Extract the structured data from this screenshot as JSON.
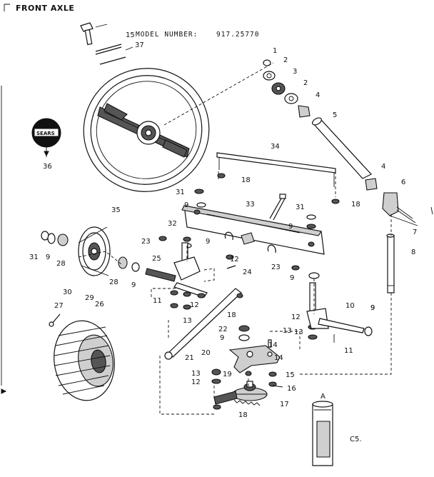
{
  "header": {
    "title": "FRONT AXLE",
    "model_label": "MODEL NUMBER:",
    "model_number": "917.25770"
  },
  "emblem": {
    "text": "SEARS"
  },
  "figure_code": "C5.",
  "callout_a": "A",
  "callouts": [
    "1",
    "2",
    "3",
    "2",
    "4",
    "5",
    "4",
    "6",
    "7",
    "8",
    "9",
    "10",
    "11",
    "12",
    "13",
    "14",
    "15",
    "16",
    "17",
    "18",
    "18",
    "18",
    "18",
    "19",
    "20",
    "21",
    "22",
    "23",
    "23",
    "24",
    "25",
    "26",
    "27",
    "28",
    "28",
    "29",
    "30",
    "31",
    "31",
    "31",
    "32",
    "33",
    "34",
    "35",
    "36",
    "37",
    "9",
    "9",
    "9",
    "9",
    "9",
    "9",
    "9",
    "9",
    "11",
    "12",
    "12",
    "12",
    "13",
    "13",
    "13",
    "14",
    "15"
  ],
  "colors": {
    "ink": "#111111",
    "paper": "#ffffff",
    "shade": "#cfcfcf"
  }
}
